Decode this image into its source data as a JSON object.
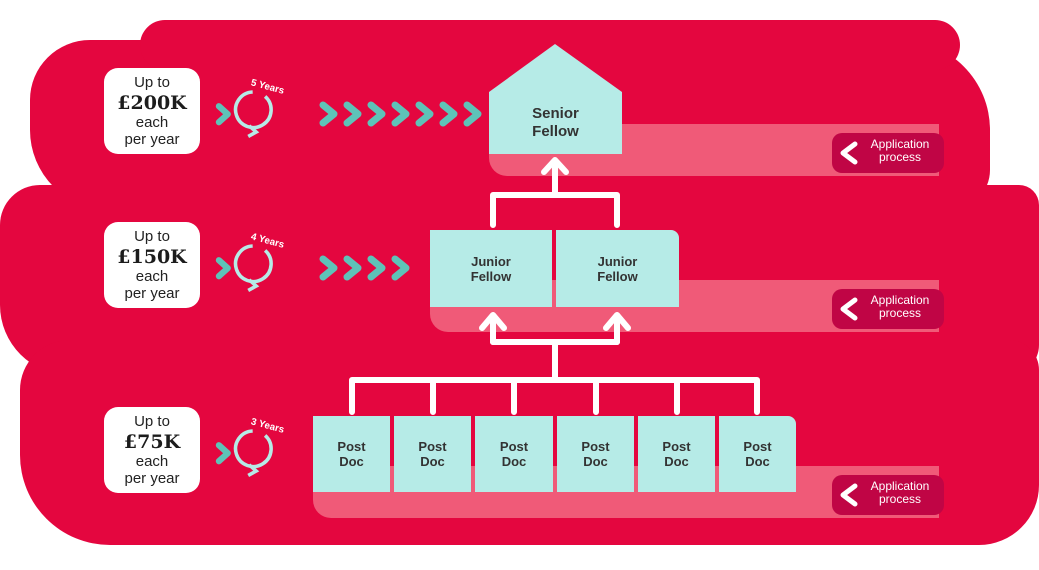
{
  "tiers": [
    {
      "id": "senior",
      "funding": {
        "line1": "Up to",
        "amount": "£200K",
        "line3": "each",
        "line4": "per year"
      },
      "years_label": "5 Years",
      "boxes": [
        "Senior Fellow"
      ],
      "application_label": "Application process"
    },
    {
      "id": "junior",
      "funding": {
        "line1": "Up to",
        "amount": "£150K",
        "line3": "each",
        "line4": "per year"
      },
      "years_label": "4 Years",
      "boxes": [
        "Junior Fellow",
        "Junior Fellow"
      ],
      "application_label": "Application process"
    },
    {
      "id": "postdoc",
      "funding": {
        "line1": "Up to",
        "amount": "£75K",
        "line3": "each",
        "line4": "per year"
      },
      "years_label": "3 Years",
      "boxes": [
        "Post Doc",
        "Post Doc",
        "Post Doc",
        "Post Doc",
        "Post Doc",
        "Post Doc"
      ],
      "application_label": "Application process"
    }
  ],
  "colors": {
    "background": "#e4063f",
    "box": "#b6ebe7",
    "shelf": "#f05a78",
    "button": "#c00545",
    "arrow_teal": "#5ec3b8",
    "connector": "#ffffff"
  }
}
